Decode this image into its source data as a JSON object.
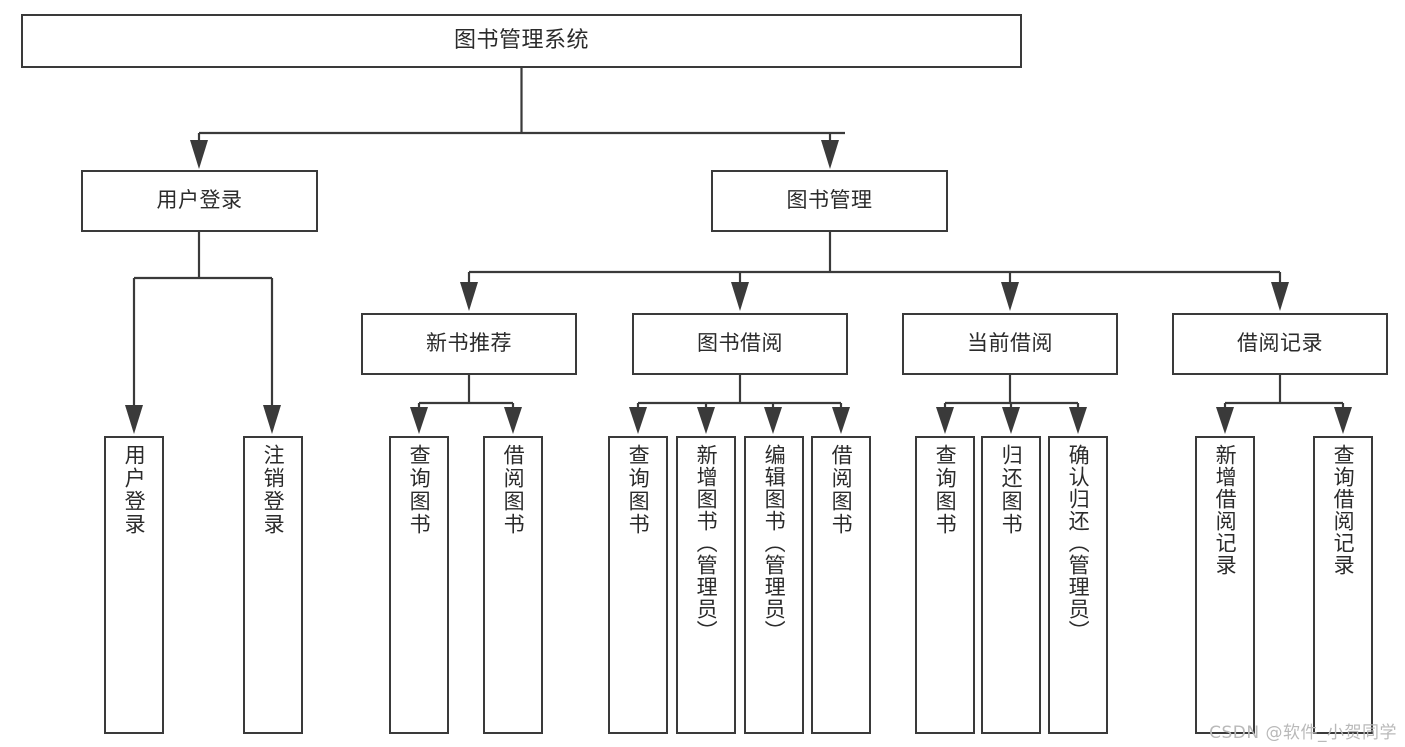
{
  "diagram": {
    "title": "图书管理系统",
    "type": "tree-hierarchy-diagram",
    "colors": {
      "box_border": "#3a3a3a",
      "box_fill": "#ffffff",
      "text": "#2b2b2b",
      "connector": "#3a3a3a",
      "watermark": "#b9b9b9",
      "background": "#ffffff"
    },
    "levels": {
      "root": {
        "label": "图书管理系统"
      },
      "level2": [
        {
          "id": "user-login",
          "label": "用户登录"
        },
        {
          "id": "book-management",
          "label": "图书管理"
        }
      ],
      "level3": [
        {
          "id": "new-book-recommend",
          "label": "新书推荐",
          "parent": "book-management"
        },
        {
          "id": "book-borrow",
          "label": "图书借阅",
          "parent": "book-management"
        },
        {
          "id": "current-borrow",
          "label": "当前借阅",
          "parent": "book-management"
        },
        {
          "id": "borrow-record",
          "label": "借阅记录",
          "parent": "book-management"
        }
      ],
      "leaves": [
        {
          "id": "leaf-user-login",
          "label": "用户登录",
          "parent": "user-login"
        },
        {
          "id": "leaf-logout-login",
          "label": "注销登录",
          "parent": "user-login"
        },
        {
          "id": "leaf-query-book-1",
          "label": "查询图书",
          "parent": "new-book-recommend"
        },
        {
          "id": "leaf-borrow-book-1",
          "label": "借阅图书",
          "parent": "new-book-recommend"
        },
        {
          "id": "leaf-query-book-2",
          "label": "查询图书",
          "parent": "book-borrow"
        },
        {
          "id": "leaf-add-book",
          "label": "新增图书（管理员）",
          "parent": "book-borrow"
        },
        {
          "id": "leaf-edit-book",
          "label": "编辑图书（管理员）",
          "parent": "book-borrow"
        },
        {
          "id": "leaf-borrow-book-2",
          "label": "借阅图书",
          "parent": "book-borrow"
        },
        {
          "id": "leaf-query-book-3",
          "label": "查询图书",
          "parent": "current-borrow"
        },
        {
          "id": "leaf-return-book",
          "label": "归还图书",
          "parent": "current-borrow"
        },
        {
          "id": "leaf-confirm-return",
          "label": "确认归还（管理员）",
          "parent": "current-borrow"
        },
        {
          "id": "leaf-add-record",
          "label": "新增借阅记录",
          "parent": "borrow-record"
        },
        {
          "id": "leaf-query-record",
          "label": "查询借阅记录",
          "parent": "borrow-record"
        }
      ]
    },
    "watermark": "CSDN @软件_小贺同学"
  }
}
